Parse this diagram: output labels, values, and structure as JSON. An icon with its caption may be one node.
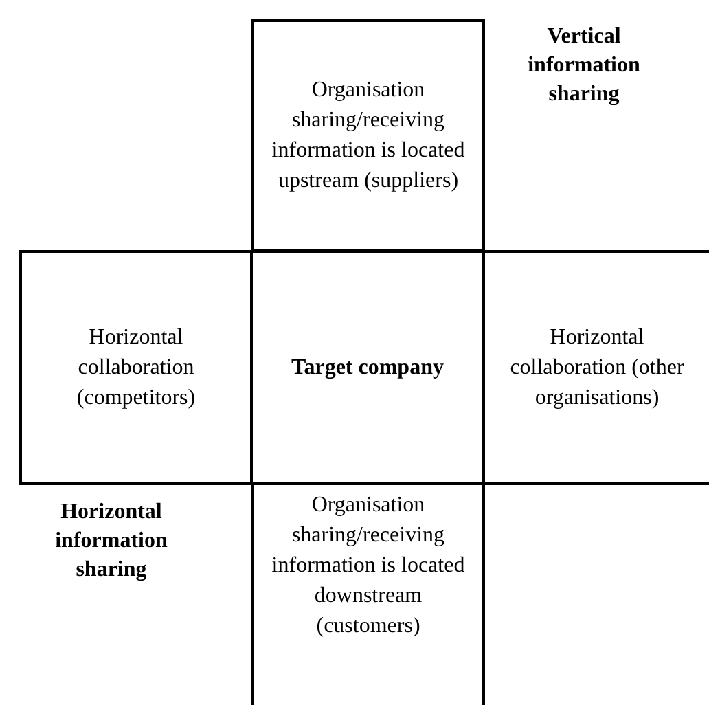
{
  "diagram": {
    "nodes": [
      {
        "text": [
          "Organisation sharing/receiving information is located upstream (suppliers)"
        ]
      },
      {
        "text": [
          "Horizontal collaboration (competitors)"
        ]
      },
      {
        "text": [
          "Target company"
        ]
      },
      {
        "text": [
          "Horizontal collaboration (other organisations)"
        ]
      },
      {
        "text": [
          "Organisation sharing/receiving information is located downstream (customers)"
        ]
      }
    ],
    "labels": [
      "Vertical information sharing",
      "Horizontal information sharing"
    ]
  }
}
